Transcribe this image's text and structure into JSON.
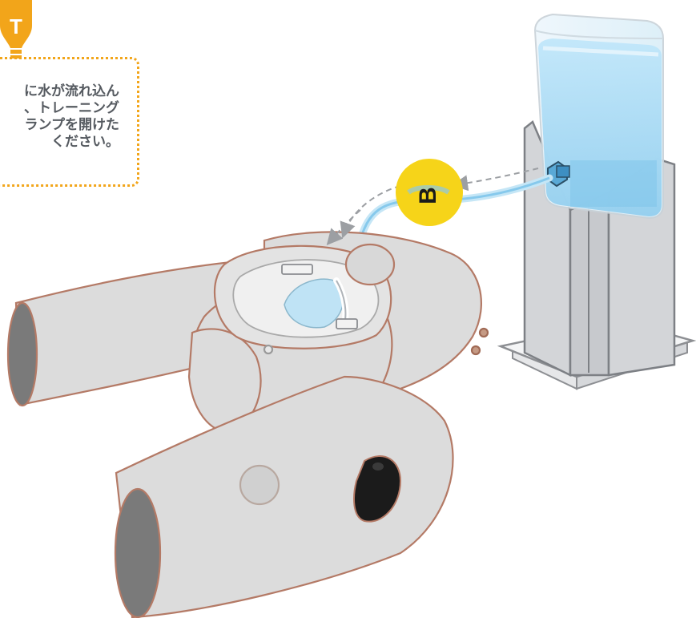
{
  "tip": {
    "icon": "lightbulb-icon",
    "icon_letter": "T",
    "lines": [
      "に水が流れ込ん",
      "、トレーニング",
      "ランプを開けた",
      "ください。"
    ],
    "accent_color": "#f2a51a"
  },
  "step_marker": {
    "label": "B",
    "color": "#f6d419"
  },
  "colors": {
    "body_fill": "#dcdcdc",
    "body_outline": "#b47a66",
    "water": "#a9d9f2",
    "flow_arrow": "#9c9fa3"
  }
}
